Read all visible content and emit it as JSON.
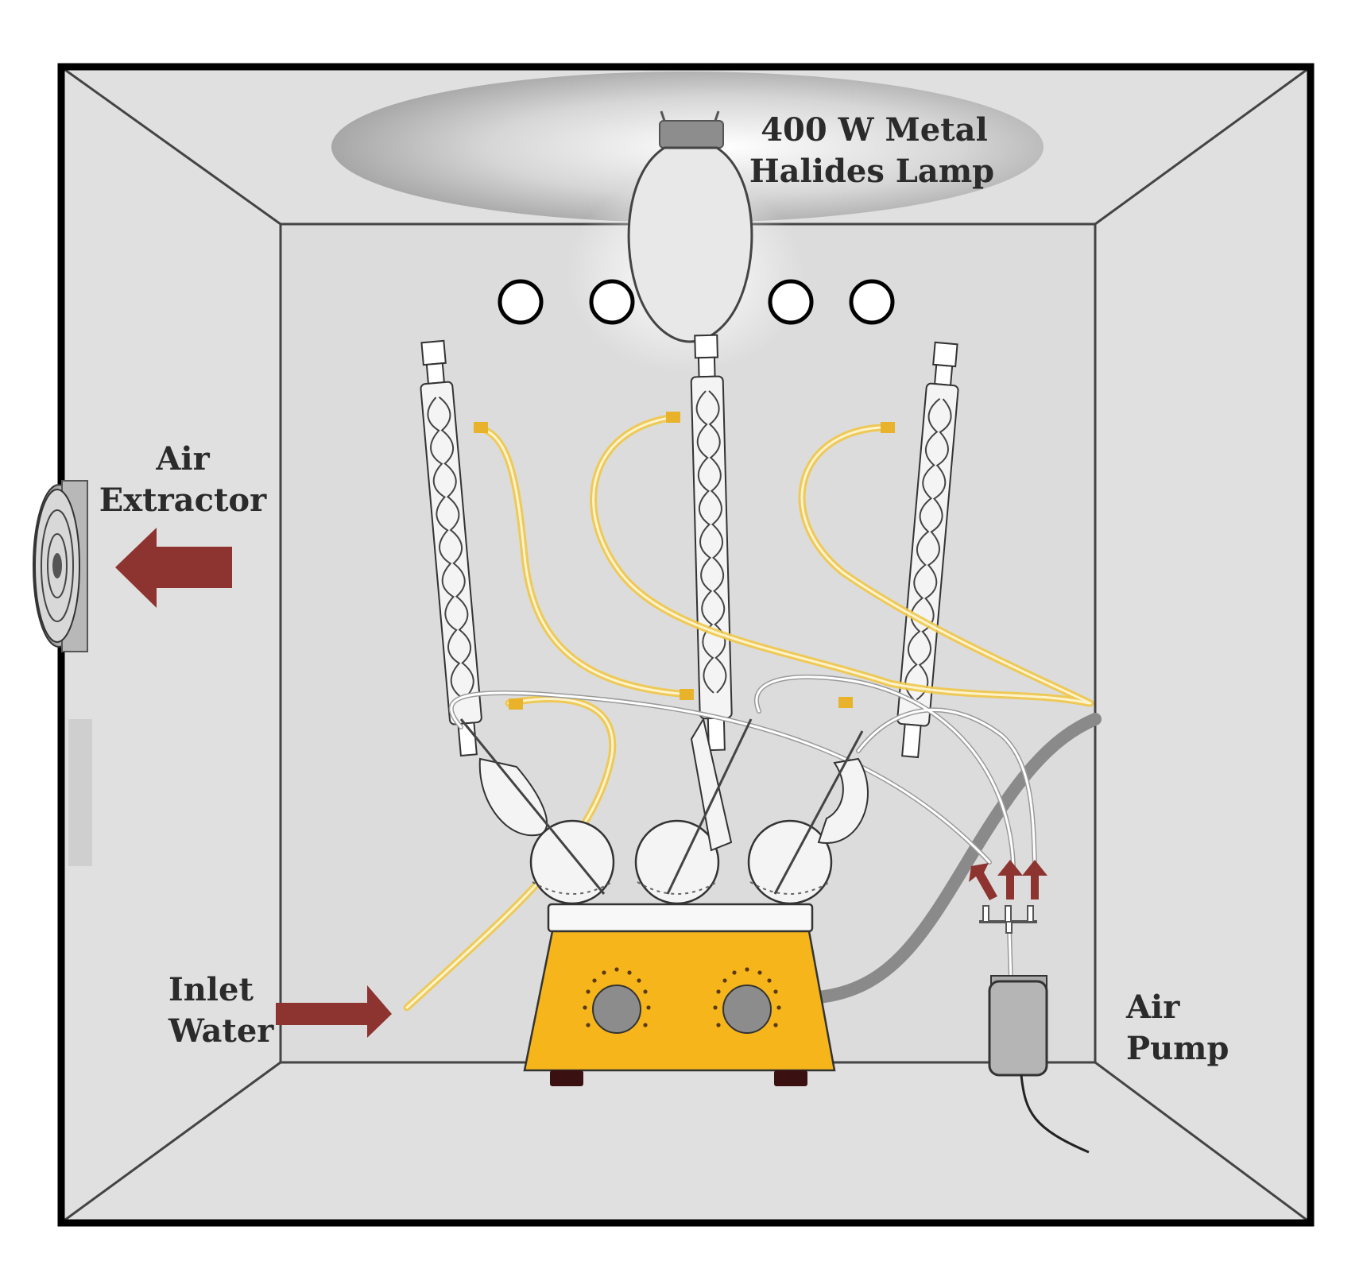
{
  "labels": {
    "lamp_line1": "400 W Metal",
    "lamp_line2": "Halides Lamp",
    "extractor_line1": "Air",
    "extractor_line2": "Extractor",
    "inlet_line1": "Inlet",
    "inlet_line2": "Water",
    "pump_line1": "Air",
    "pump_line2": "Pump"
  },
  "colors": {
    "wall": "#e0e0e0",
    "frame": "#000000",
    "arrow": "#8e3430",
    "water_tube": "#f0c84a",
    "stirrer_body": "#f6b51a",
    "air_hose": "#8a8a8a",
    "knob": "#8c8c8c"
  }
}
